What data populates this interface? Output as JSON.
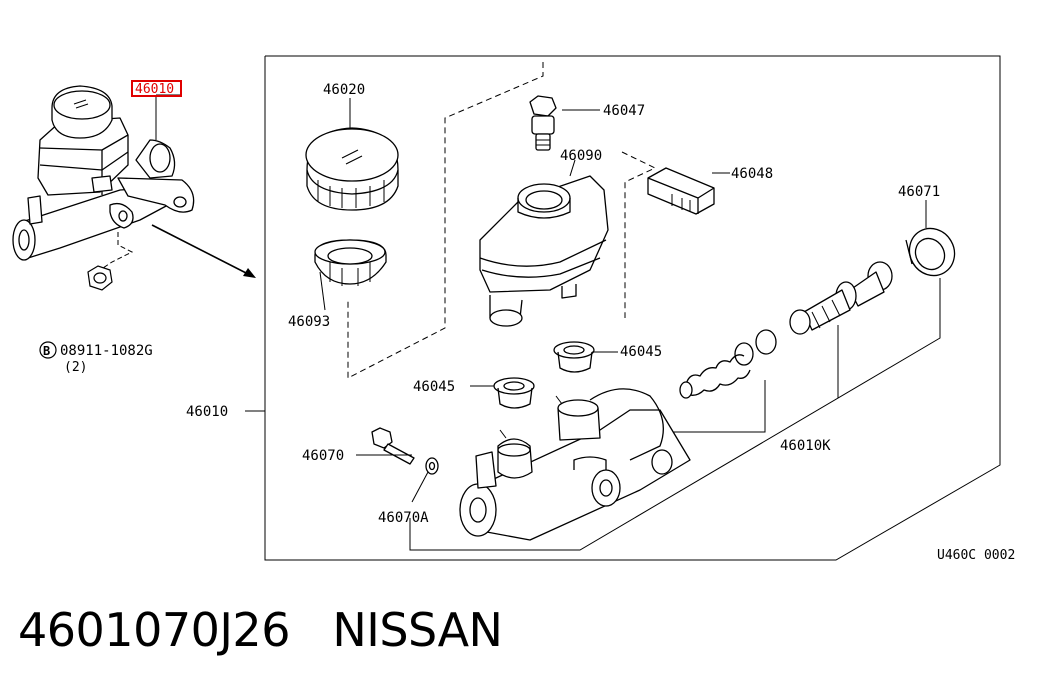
{
  "diagram": {
    "drawing_code": "U460C 0002",
    "highlight_color": "#e00000",
    "thumbnail_label": "46010",
    "bolt": {
      "symbol": "B",
      "part_number": "08911-1082G",
      "quantity": "(2)"
    },
    "parts": {
      "cap": "46020",
      "strainer": "46093",
      "assembly": "46010",
      "fitting_bolt": "46047",
      "reservoir": "46090",
      "connector": "46048",
      "seal_ring": "46071",
      "grommet_upper": "46045",
      "grommet_lower": "46045",
      "piston_kit": "46010K",
      "bleeder_screw": "46070",
      "bleeder_cap": "46070A"
    }
  },
  "caption": {
    "part_number": "4601070J26",
    "brand": "NISSAN"
  }
}
